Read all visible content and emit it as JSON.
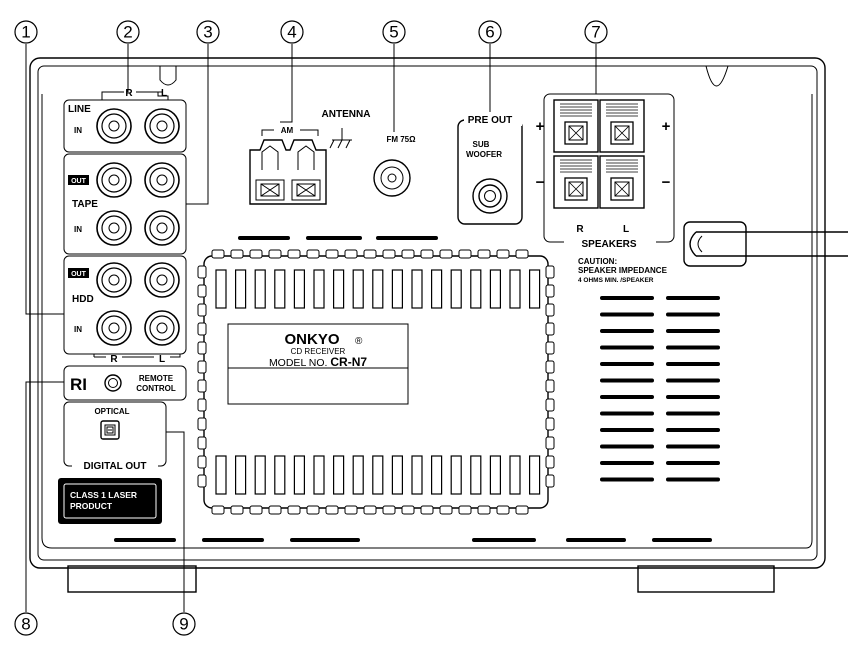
{
  "callouts": [
    "1",
    "2",
    "3",
    "4",
    "5",
    "6",
    "7",
    "8",
    "9"
  ],
  "jacks": {
    "line_label": "LINE",
    "in_label": "IN",
    "out_label": "OUT",
    "tape_label": "TAPE",
    "hdd_label": "HDD",
    "r_label": "R",
    "l_label": "L"
  },
  "antenna": {
    "title": "ANTENNA",
    "am_label": "AM",
    "fm_label": "FM 75Ω"
  },
  "preout": {
    "title": "PRE OUT",
    "sub_line1": "SUB",
    "sub_line2": "WOOFER"
  },
  "speakers": {
    "title": "SPEAKERS",
    "r_label": "R",
    "l_label": "L",
    "plus": "+",
    "minus": "−",
    "caution_line1": "CAUTION:",
    "caution_line2": "SPEAKER IMPEDANCE",
    "caution_line3": "4 OHMS MIN. /SPEAKER"
  },
  "remote": {
    "ri_logo": "RI",
    "line1": "REMOTE",
    "line2": "CONTROL"
  },
  "digital": {
    "optical_label": "OPTICAL",
    "title": "DIGITAL OUT"
  },
  "laser": {
    "line1": "CLASS 1 LASER",
    "line2": "PRODUCT"
  },
  "nameplate": {
    "brand": "ONKYO",
    "registered": "®",
    "product": "CD RECEIVER",
    "model_prefix": "MODEL NO. ",
    "model": "CR-N7"
  }
}
